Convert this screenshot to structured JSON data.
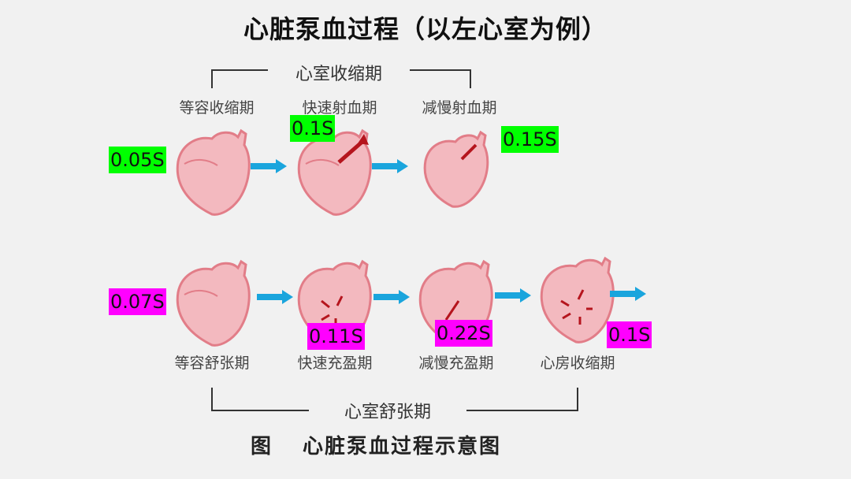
{
  "title": "心脏泵血过程（以左心室为例）",
  "systole_label": "心室收缩期",
  "diastole_label": "心室舒张期",
  "phases_top": [
    "等容收缩期",
    "快速射血期",
    "减慢射血期"
  ],
  "phases_bottom": [
    "等容舒张期",
    "快速充盈期",
    "减慢充盈期",
    "心房收缩期"
  ],
  "durations_top": [
    "0.05S",
    "0.1S",
    "0.15S"
  ],
  "durations_bottom": [
    "0.07S",
    "0.11S",
    "0.22S",
    "0.1S"
  ],
  "caption_prefix": "图",
  "caption_text": "心脏泵血过程示意图",
  "colors": {
    "heart_fill": "#f3b9bf",
    "heart_outline": "#e27d88",
    "flow_arrow": "#b5151d",
    "step_arrow": "#1aa5dd",
    "duration_top_bg": "#00ff00",
    "duration_bottom_bg": "#ff00ff"
  },
  "icons": [
    "heart-icon",
    "blood-flow-arrow-icon",
    "step-arrow-icon"
  ]
}
